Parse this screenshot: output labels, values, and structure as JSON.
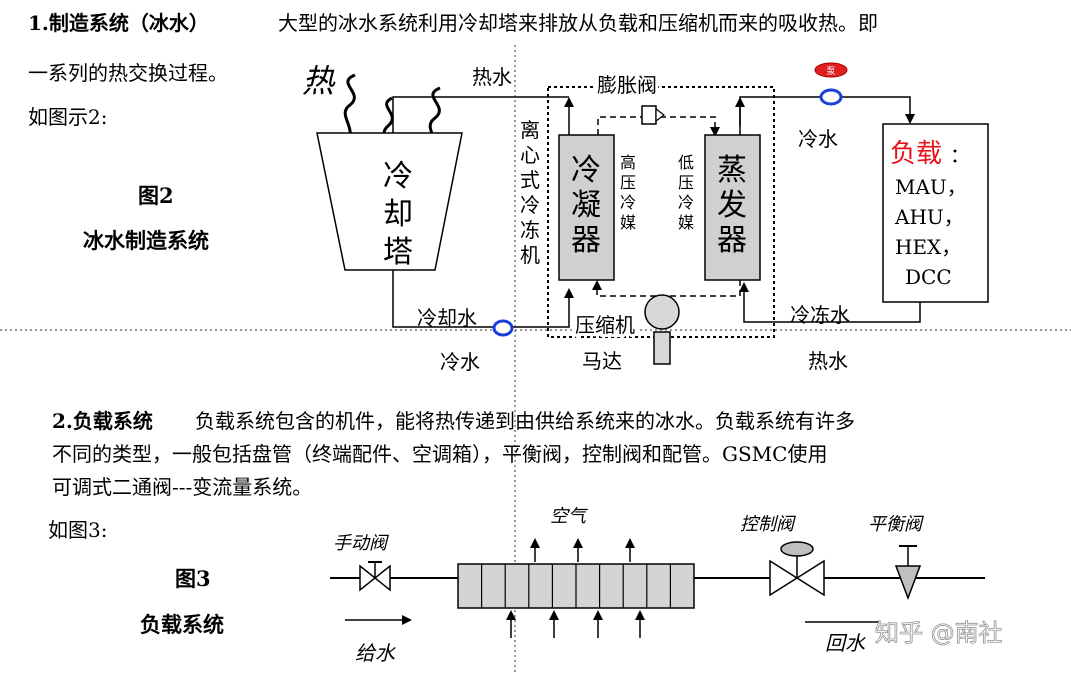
{
  "section1": {
    "heading": "1.制造系统（冰水）",
    "intro_line1": "大型的冰水系统利用冷却塔来排放从负载和压缩机而来的吸收热。即",
    "intro_line2": "一系列的热交换过程。",
    "see_figure": "如图示2:"
  },
  "figure2": {
    "number": "图2",
    "title": "冰水制造系统",
    "heat": "热",
    "tower": [
      "冷",
      "却",
      "塔"
    ],
    "hot_water_top": "热水",
    "expansion_valve": "膨胀阀",
    "chiller": [
      "离",
      "心",
      "式",
      "冷",
      "冻",
      "机"
    ],
    "condenser": [
      "冷",
      "凝",
      "器"
    ],
    "evaporator": [
      "蒸",
      "发",
      "器"
    ],
    "hp_refrigerant": [
      "高",
      "压",
      "冷",
      "媒"
    ],
    "lp_refrigerant": [
      "低",
      "压",
      "冷",
      "媒"
    ],
    "cold_water_top": "冷水",
    "load_title": "负载",
    "load_colon": "：",
    "load_items": [
      "MAU，",
      "AHU，",
      "HEX，",
      "DCC"
    ],
    "cooling_water": "冷却水",
    "cold_water_bottom": "冷水",
    "compressor": "压缩机",
    "motor": "马达",
    "chilled_water": "冷冻水",
    "hot_water_bottom": "热水",
    "pump_badge": "泵"
  },
  "section2": {
    "heading": "2.负载系统",
    "para_line1": "负载系统包含的机件，能将热传递到由供给系统来的冰水。负载系统有许多",
    "para_line2": "不同的类型，一般包括盘管（终端配件、空调箱），平衡阀，控制阀和配管。GSMC使用",
    "para_line3": "可调式二通阀---变流量系统。",
    "see_figure": "如图3:"
  },
  "figure3": {
    "number": "图3",
    "title": "负载系统",
    "manual_valve": "手动阀",
    "air": "空气",
    "control_valve": "控制阀",
    "balance_valve": "平衡阀",
    "supply_water": "给水",
    "return_water": "回水"
  },
  "watermark": "知乎 @南社",
  "colors": {
    "load_title": "#e8101a",
    "pump_blue": "#1a3fd8",
    "badge_red": "#e02020",
    "component_gray": "#d0d0d0"
  }
}
